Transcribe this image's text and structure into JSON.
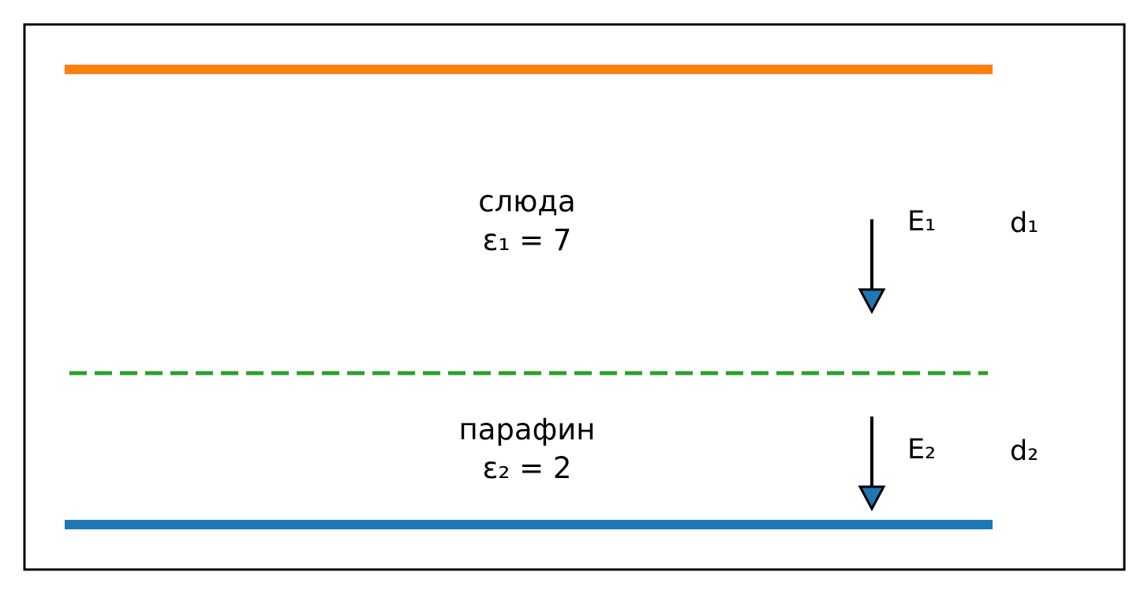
{
  "colors": {
    "top_plate": "#ff7f0e",
    "bottom_plate": "#1f77b4",
    "boundary": "#2ca02c",
    "arrow_fill": "#1f77b4",
    "frame": "#000000"
  },
  "layers": [
    {
      "material": "слюда",
      "permittivity": "ε₁ = 7",
      "field_label": "E₁",
      "thickness_label": "d₁"
    },
    {
      "material": "парафин",
      "permittivity": "ε₂ = 2",
      "field_label": "E₂",
      "thickness_label": "d₂"
    }
  ]
}
